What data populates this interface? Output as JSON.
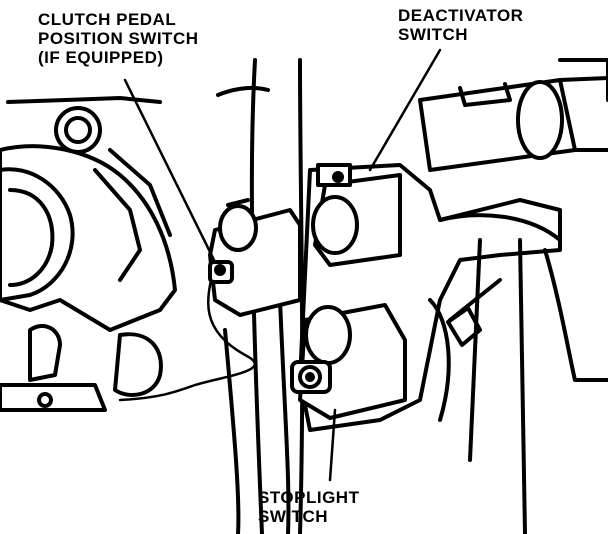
{
  "labels": {
    "clutch": [
      "CLUTCH PEDAL",
      "POSITION SWITCH",
      "(IF EQUIPPED)"
    ],
    "deactivator": [
      "DEACTIVATOR",
      "SWITCH"
    ],
    "stoplight": [
      "STOPLIGHT",
      "SWITCH"
    ]
  }
}
